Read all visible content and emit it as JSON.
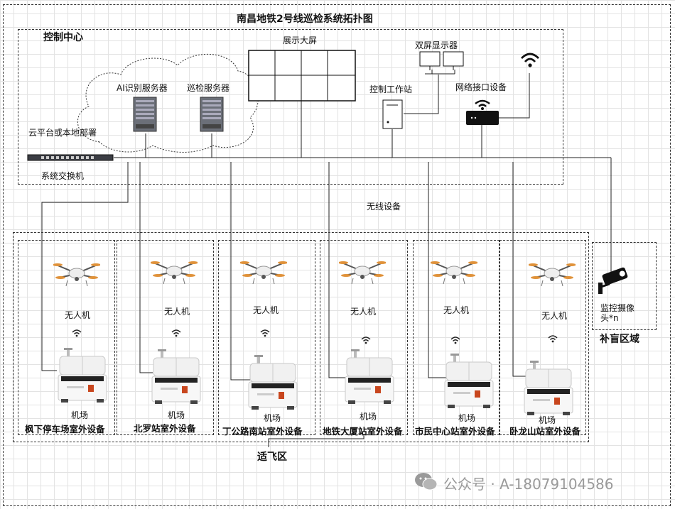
{
  "title": "南昌地铁2号线巡检系统拓扑图",
  "control_center": {
    "label": "控制中心",
    "display_wall": "展示大屏",
    "dual_monitor": "双屏显示器",
    "ai_server": "AI识别服务器",
    "patrol_server": "巡检服务器",
    "cloud_label": "云平台或本地部署",
    "workstation": "控制工作站",
    "network_device": "网络接口设备",
    "switch": "系统交换机"
  },
  "wireless_label": "无线设备",
  "stations": [
    {
      "drone": "无人机",
      "hangar": "机场",
      "title": "枫下停车场室外设备"
    },
    {
      "drone": "无人机",
      "hangar": "机场",
      "title": "北罗站室外设备"
    },
    {
      "drone": "无人机",
      "hangar": "机场",
      "title": "丁公路南站室外设备"
    },
    {
      "drone": "无人机",
      "hangar": "机场",
      "title": "地铁大厦站室外设备"
    },
    {
      "drone": "无人机",
      "hangar": "机场",
      "title": "市民中心站室外设备"
    },
    {
      "drone": "无人机",
      "hangar": "机场",
      "title": "卧龙山站室外设备"
    }
  ],
  "blind_area": {
    "camera": "监控摄像头*n",
    "title": "补盲区域"
  },
  "flight_zone": "适飞区",
  "watermark": "公众号 · A-18079104586",
  "icons": [
    "server-icon",
    "monitor-icon",
    "workstation-icon",
    "router-icon",
    "wifi-icon",
    "switch-icon",
    "drone-icon",
    "hangar-icon",
    "camera-icon",
    "wechat-icon"
  ]
}
